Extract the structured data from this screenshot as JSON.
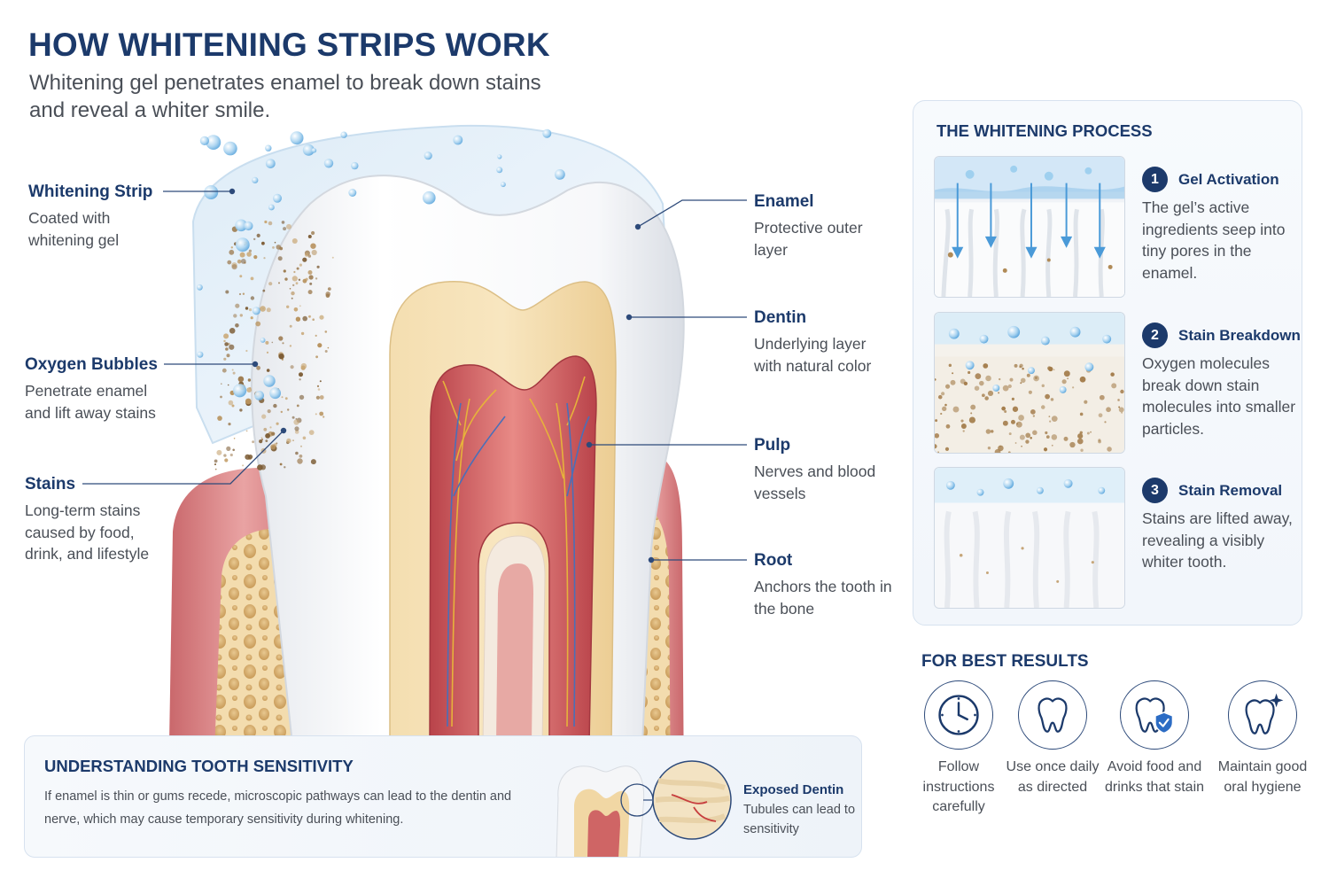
{
  "header": {
    "title": "HOW WHITENING STRIPS WORK",
    "subtitle": "Whitening gel penetrates enamel to break down stains and reveal a whiter smile."
  },
  "callouts": {
    "strip": {
      "title": "Whitening Strip",
      "desc": "Coated with whitening gel"
    },
    "bubbles": {
      "title": "Oxygen Bubbles",
      "desc": "Penetrate enamel and lift away stains"
    },
    "stains": {
      "title": "Stains",
      "desc": "Long-term stains caused by food, drink, and lifestyle"
    },
    "enamel": {
      "title": "Enamel",
      "desc": "Protective outer layer"
    },
    "dentin": {
      "title": "Dentin",
      "desc": "Underlying layer with natural color"
    },
    "pulp": {
      "title": "Pulp",
      "desc": "Nerves and blood vessels"
    },
    "root": {
      "title": "Root",
      "desc": "Anchors the tooth in the bone"
    }
  },
  "process": {
    "title": "THE WHITENING PROCESS",
    "steps": [
      {
        "num": "1",
        "title": "Gel Activation",
        "desc": "The gel’s active ingredients seep into tiny pores in the enamel."
      },
      {
        "num": "2",
        "title": "Stain Breakdown",
        "desc": "Oxygen molecules break down stain molecules into smaller particles."
      },
      {
        "num": "3",
        "title": "Stain Removal",
        "desc": "Stains are lifted away, revealing a visibly whiter tooth."
      }
    ]
  },
  "best_results": {
    "title": "FOR BEST RESULTS",
    "tips": [
      {
        "label": "Follow instructions carefully",
        "icon": "clock-icon"
      },
      {
        "label": "Use once daily as directed",
        "icon": "tooth-icon"
      },
      {
        "label": "Avoid food and drinks that stain",
        "icon": "tooth-shield-icon"
      },
      {
        "label": "Maintain good oral hygiene",
        "icon": "sparkle-tooth-icon"
      }
    ]
  },
  "sensitivity": {
    "title": "UNDERSTANDING TOOTH SENSITIVITY",
    "desc": "If enamel is thin or gums recede, microscopic pathways can lead to the dentin and nerve, which may cause temporary sensitivity during whitening.",
    "exposed_title": "Exposed Dentin",
    "exposed_desc": "Tubules can lead to sensitivity"
  },
  "colors": {
    "navy": "#1c3a6b",
    "text": "#4a4f57",
    "gum": "#d98a8c",
    "dentin": "#f1d7a4",
    "pulp": "#c9545a",
    "stain": "#9c7a4e",
    "gel": "#bcd9ee"
  }
}
